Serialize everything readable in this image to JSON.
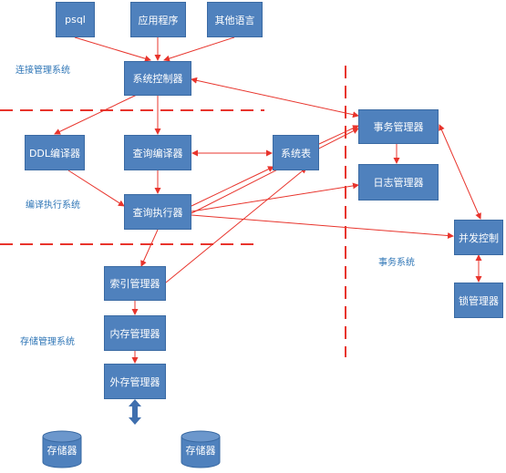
{
  "boxes": {
    "psql": "psql",
    "app": "应用程序",
    "other_lang": "其他语言",
    "sys_controller": "系统控制器",
    "ddl_compiler": "DDL编译器",
    "query_compiler": "查询编译器",
    "sys_table": "系统表",
    "txn_manager": "事务管理器",
    "log_manager": "日志管理器",
    "query_executor": "查询执行器",
    "concurrency_control": "并发控制",
    "lock_manager": "锁管理器",
    "index_manager": "索引管理器",
    "memory_manager": "内存管理器",
    "external_storage_manager": "外存管理器",
    "storage_1": "存储器",
    "storage_2": "存储器"
  },
  "labels": {
    "connection_mgmt": "连接管理系统",
    "compile_exec": "编译执行系统",
    "storage_mgmt": "存储管理系统",
    "txn_system": "事务系统"
  },
  "colors": {
    "box_fill": "#4f81bd",
    "arrow": "#e8342c",
    "divider": "#e8342c",
    "label_text": "#2e75b6",
    "io_arrow": "#3f6fae"
  }
}
